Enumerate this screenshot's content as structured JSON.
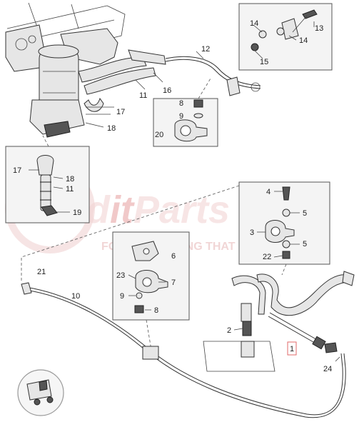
{
  "watermark": {
    "brand_prefix": "Find",
    "brand_highlight": "it",
    "brand_suffix": "Parts",
    "tagline": "FOR EVERYTHING THAT MOVES"
  },
  "callouts": {
    "c1": "1",
    "c2": "2",
    "c3": "3",
    "c4": "4",
    "c5a": "5",
    "c5b": "5",
    "c6": "6",
    "c7": "7",
    "c8a": "8",
    "c8b": "8",
    "c9a": "9",
    "c9b": "9",
    "c10": "10",
    "c11a": "11",
    "c11b": "11",
    "c12": "12",
    "c13": "13",
    "c14a": "14",
    "c14b": "14",
    "c15": "15",
    "c16": "16",
    "c17a": "17",
    "c17b": "17",
    "c18a": "18",
    "c18b": "18",
    "c19": "19",
    "c20": "20",
    "c21": "21",
    "c22": "22",
    "c23": "23",
    "c24": "24"
  }
}
